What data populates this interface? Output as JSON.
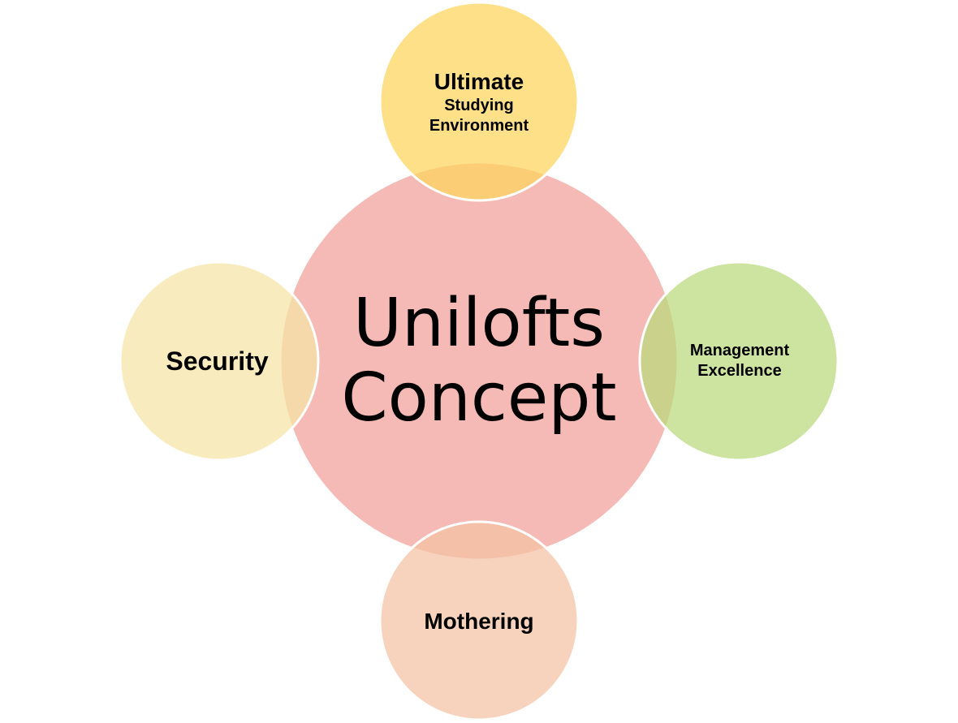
{
  "diagram": {
    "center": {
      "lines": [
        "Unilofts",
        "Concept"
      ],
      "color": "#f2a7a0"
    },
    "nodes": {
      "top": {
        "lines": [
          "Ultimate",
          "Studying",
          "Environment"
        ],
        "color": "#fdd45c"
      },
      "left": {
        "lines": [
          "Security"
        ],
        "color": "#f5e4a6"
      },
      "right": {
        "lines": [
          "Management",
          "Excellence"
        ],
        "color": "#b9da7c"
      },
      "bottom": {
        "lines": [
          "Mothering"
        ],
        "color": "#f4c2a3"
      }
    }
  }
}
